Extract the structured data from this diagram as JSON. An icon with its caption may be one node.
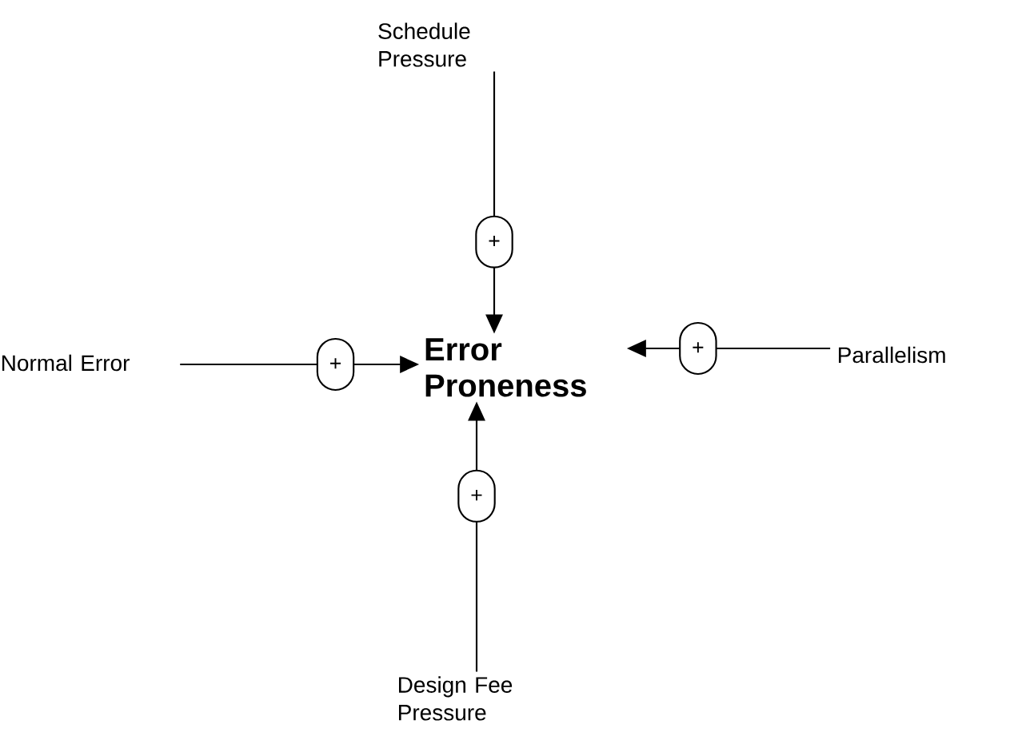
{
  "diagram": {
    "nodes": [
      {
        "text": [
          "Schedule Pressure"
        ]
      },
      {
        "text": [
          "Normal Error"
        ]
      },
      {
        "text": [
          "Error Proneness"
        ]
      },
      {
        "text": [
          "Parallelism"
        ]
      },
      {
        "text": [
          "Design Fee Pressure"
        ]
      }
    ],
    "edges": [
      {
        "from": 0,
        "to": 2,
        "arrow": "to",
        "label": "+"
      },
      {
        "from": 1,
        "to": 2,
        "arrow": "to",
        "label": "+"
      },
      {
        "from": 3,
        "to": 2,
        "arrow": "to",
        "label": "+"
      },
      {
        "from": 4,
        "to": 2,
        "arrow": "to",
        "label": "+"
      }
    ]
  }
}
